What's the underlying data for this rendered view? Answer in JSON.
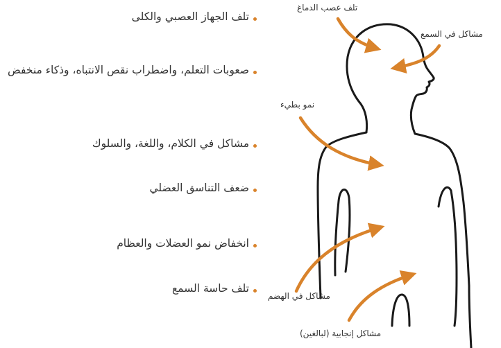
{
  "effects": [
    "تلف الجهاز العصبي والكلى",
    "صعوبات التعلم، واضطراب نقص الانتباه، وذكاء منخفض",
    "مشاكل في الكلام، واللغة، والسلوك",
    "ضعف التناسق العضلي",
    "انخفاض نمو العضلات والعظام",
    "تلف حاسة السمع"
  ],
  "callouts": {
    "brain": "تلف عصب الدماغ",
    "hearing": "مشاكل في السمع",
    "growth": "نمو بطيء",
    "digestion": "مشاكل في الهضم",
    "reproductive": "مشاكل إنجابية (لبالغين)"
  },
  "colors": {
    "accent": "#d9832b",
    "outline": "#1a1a1a",
    "text": "#333333"
  }
}
